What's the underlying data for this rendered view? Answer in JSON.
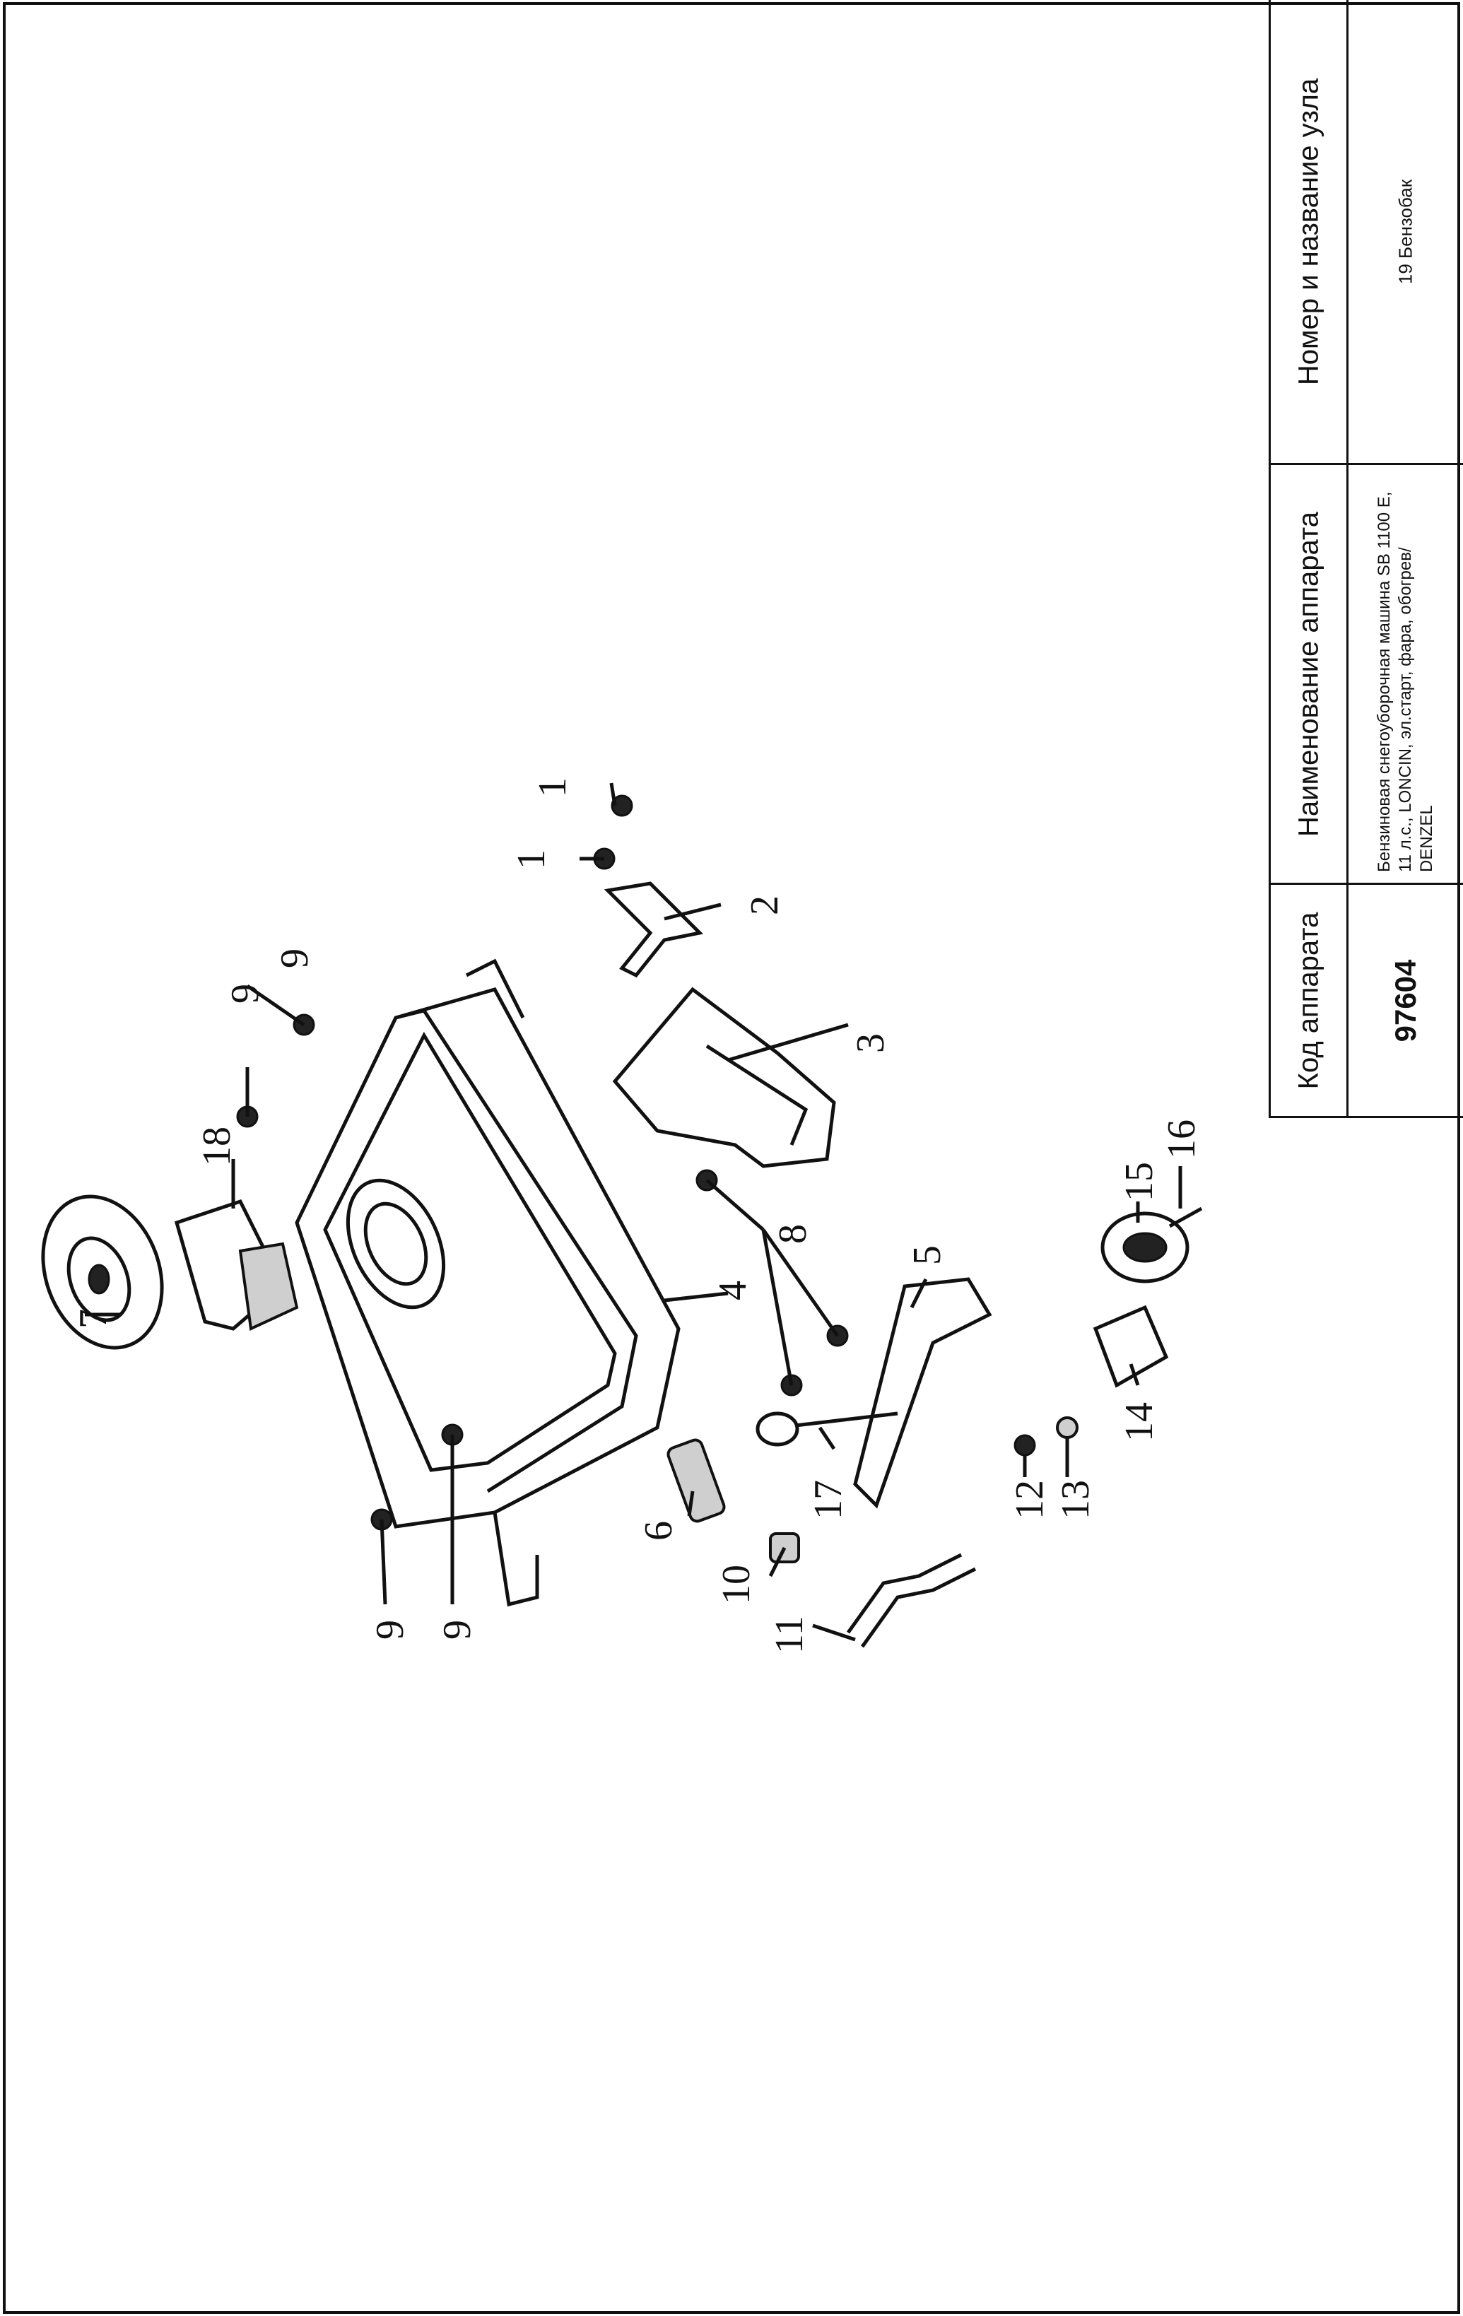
{
  "title_block": {
    "code_header": "Код аппарата",
    "code_value": "97604",
    "name_header": "Наименование аппарата",
    "name_value": "Бензиновая снегоуборочная машина SB 1100 E, 11 л.с., LONCIN, эл.старт, фара, обогрев/ DENZEL",
    "node_header": "Номер и название узла",
    "node_value": "19 Бензобак"
  },
  "callouts": [
    "1",
    "1",
    "2",
    "3",
    "4",
    "5",
    "6",
    "7",
    "8",
    "9",
    "9",
    "9",
    "9",
    "10",
    "11",
    "12",
    "13",
    "14",
    "15",
    "16",
    "17",
    "18"
  ]
}
